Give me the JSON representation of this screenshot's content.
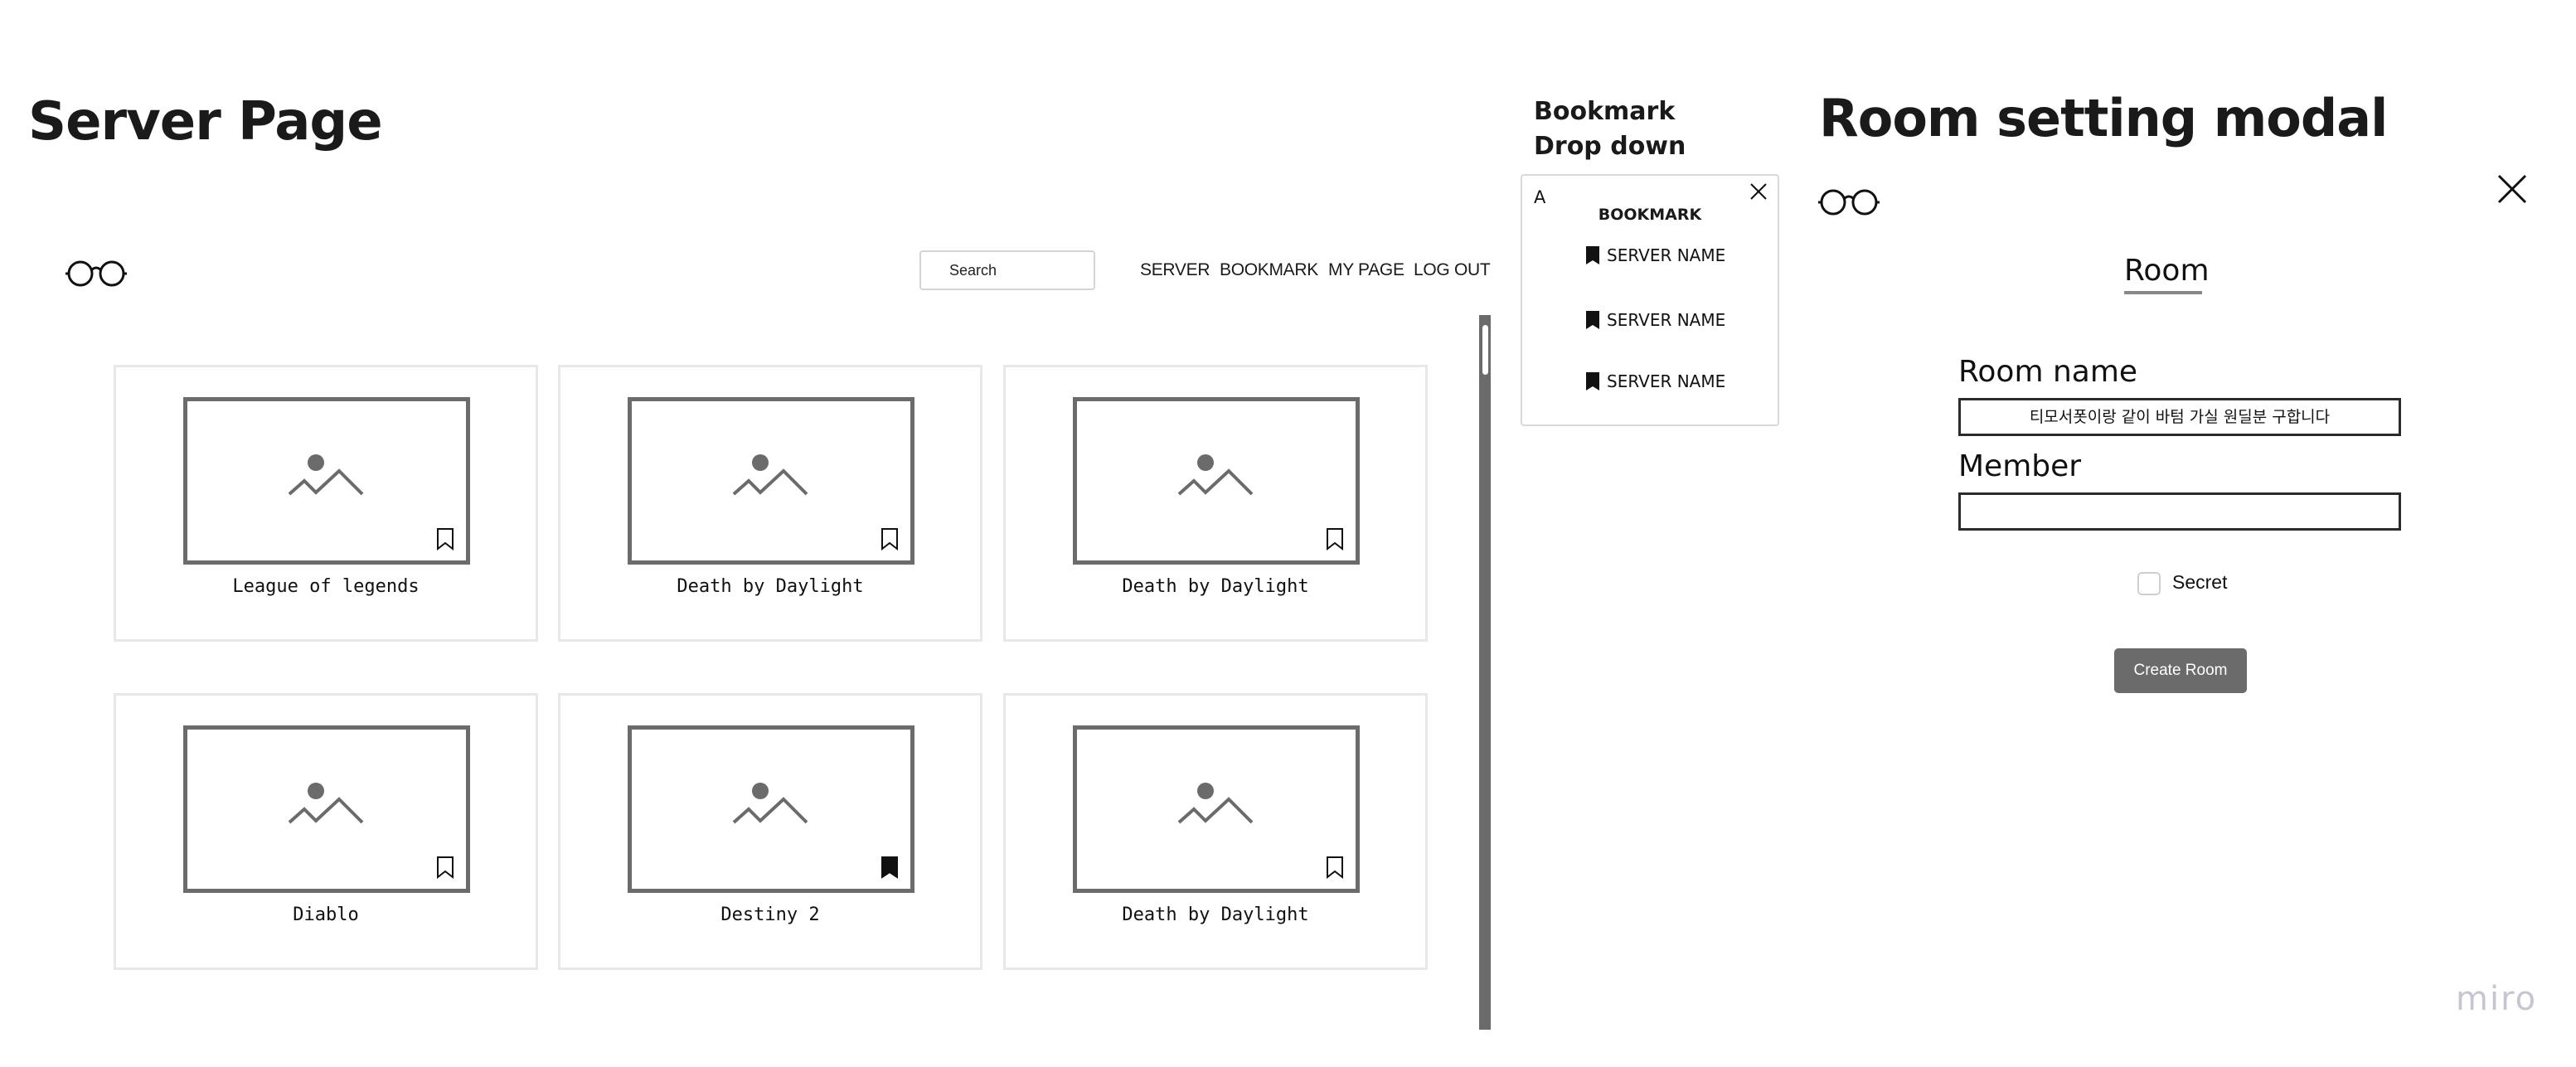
{
  "frames": {
    "server_page_title": "Server Page",
    "bookmark_dropdown_title_line1": "Bookmark",
    "bookmark_dropdown_title_line2": "Drop down",
    "room_modal_title": "Room setting modal"
  },
  "server_page": {
    "logo_icon": "glasses-icon",
    "search": {
      "placeholder": "Search",
      "value": ""
    },
    "nav": [
      {
        "label": "SERVER"
      },
      {
        "label": "BOOKMARK"
      },
      {
        "label": "MY PAGE"
      },
      {
        "label": "LOG OUT"
      }
    ],
    "cards": [
      {
        "name": "League of legends",
        "bookmarked": false
      },
      {
        "name": "Death by Daylight",
        "bookmarked": false
      },
      {
        "name": "Death by Daylight",
        "bookmarked": false
      },
      {
        "name": "Diablo",
        "bookmarked": false
      },
      {
        "name": "Destiny 2",
        "bookmarked": true
      },
      {
        "name": "Death by Daylight",
        "bookmarked": false
      }
    ],
    "image_placeholder_icon": "image-placeholder-icon",
    "colors": {
      "placeholder_gray": "#6b6b6b",
      "card_border": "#e8e8e8",
      "scrollbar": "#6b6b6b"
    }
  },
  "bookmark_dropdown": {
    "corner_letter": "A",
    "title": "BOOKMARK",
    "close_icon": "close-icon",
    "items": [
      {
        "label": "SERVER NAME",
        "icon": "bookmark-filled-icon"
      },
      {
        "label": "SERVER NAME",
        "icon": "bookmark-filled-icon"
      },
      {
        "label": "SERVER NAME",
        "icon": "bookmark-filled-icon"
      }
    ]
  },
  "room_modal": {
    "logo_icon": "glasses-icon",
    "close_icon": "close-icon",
    "tab": "Room",
    "room_name_label": "Room name",
    "room_name_value": "티모서폿이랑 같이 바텀 가실 원딜분 구합니다",
    "member_label": "Member",
    "member_value": "",
    "secret_label": "Secret",
    "secret_checked": false,
    "create_button": "Create Room",
    "colors": {
      "button_bg": "#6b6b6b",
      "button_text": "#ffffff",
      "tab_underline": "#888888"
    }
  },
  "watermark": "miro"
}
